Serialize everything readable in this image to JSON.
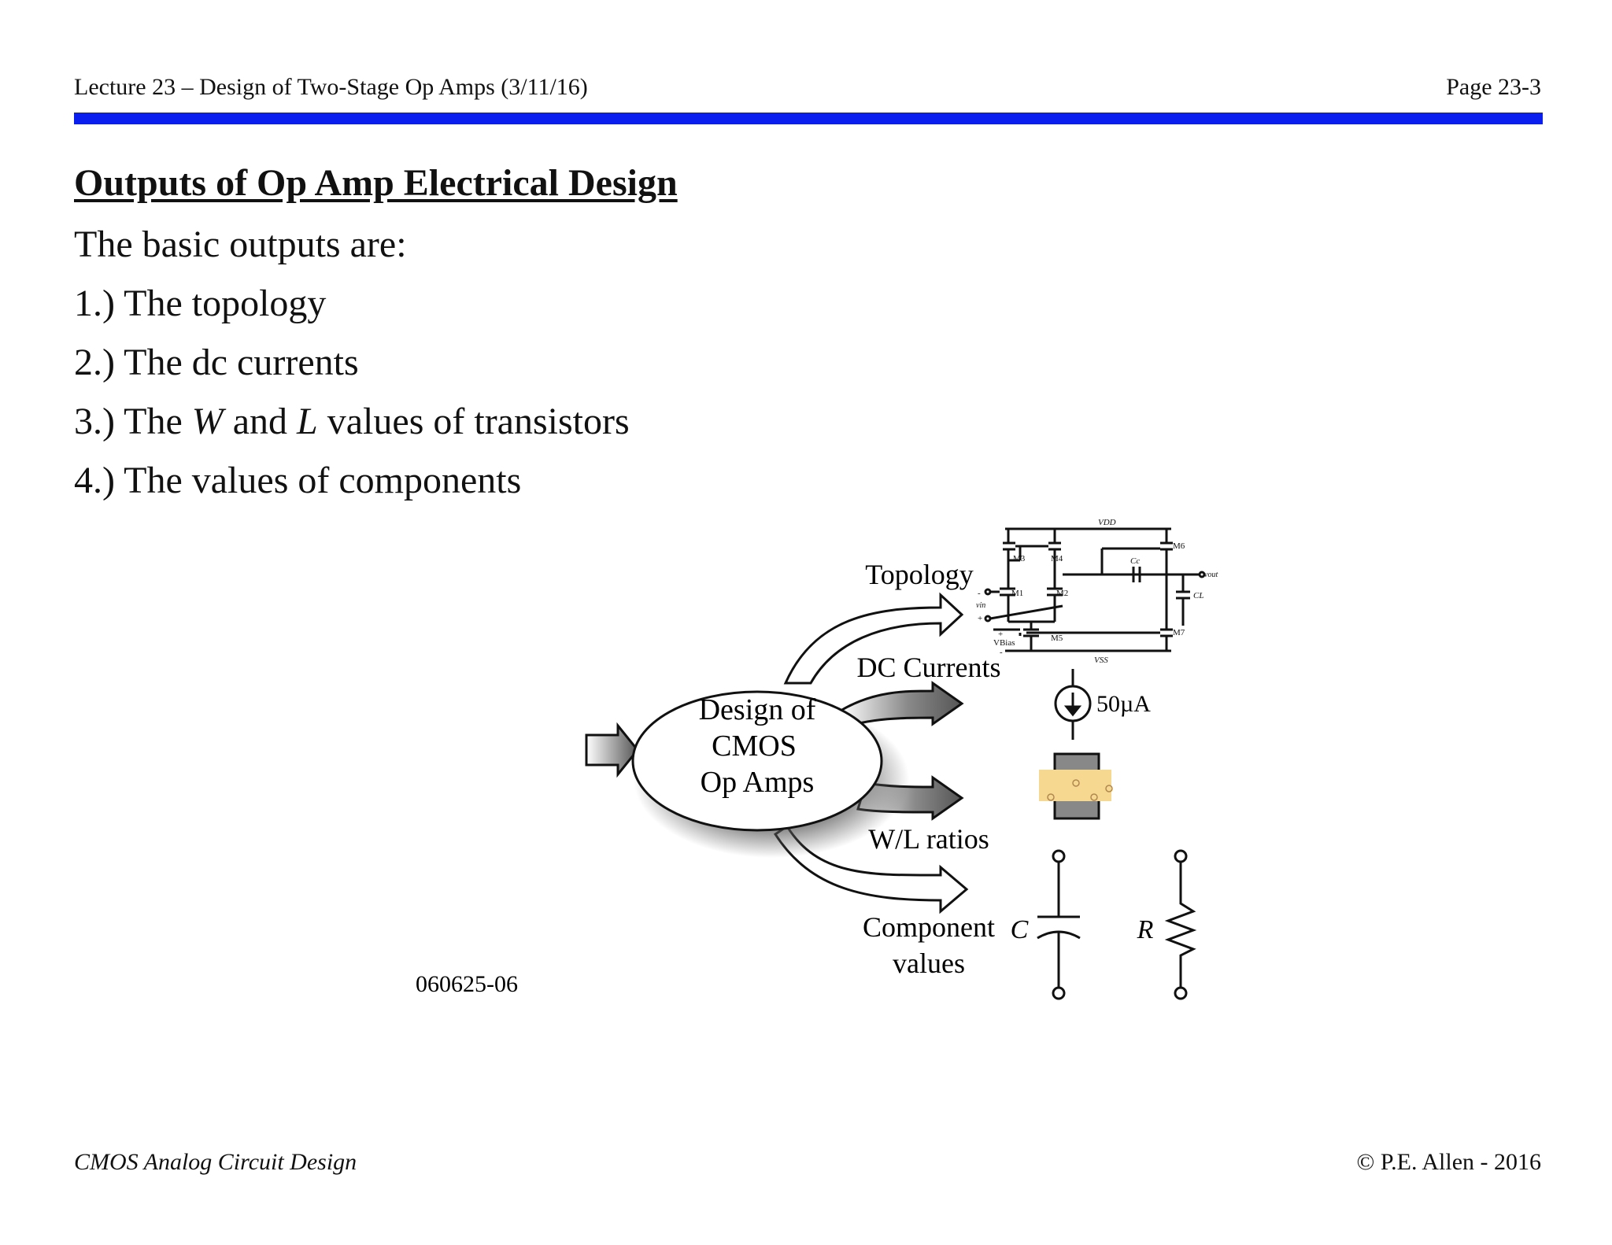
{
  "header": {
    "lecture": "Lecture 23 – Design of Two-Stage Op Amps (3/11/16)",
    "page": "Page 23-3"
  },
  "title": "Outputs of Op Amp Electrical Design",
  "intro": "The basic outputs are:",
  "items": [
    {
      "prefix": "1.) The topology"
    },
    {
      "prefix": "2.) The dc currents"
    },
    {
      "prefix": "3.) The ",
      "v1": "W",
      "mid": " and ",
      "v2": "L",
      "suffix": " values of transistors"
    },
    {
      "prefix": "4.) The values of components"
    }
  ],
  "diagram": {
    "center": [
      "Design of",
      "CMOS",
      "Op Amps"
    ],
    "outputs": [
      "Topology",
      "DC Currents",
      "W/L ratios"
    ],
    "component": [
      "Component",
      "values"
    ],
    "current": "50µA",
    "cap_symbol": "C",
    "res_symbol": "R",
    "figure_id": "060625-06",
    "schematic": {
      "vdd": "VDD",
      "vss": "VSS",
      "transistors": [
        "M1",
        "M2",
        "M3",
        "M4",
        "M5",
        "M6",
        "M7"
      ],
      "cc": "Cc",
      "cl": "CL",
      "vout": "vout",
      "vin": "vin",
      "vbias": "VBias",
      "minus": "-",
      "plus": "+"
    }
  },
  "footer": {
    "left": "CMOS Analog Circuit Design",
    "right": "© P.E. Allen - 2016"
  },
  "colors": {
    "rule": "#0a1ef0",
    "layout_block": "#f7d891"
  }
}
